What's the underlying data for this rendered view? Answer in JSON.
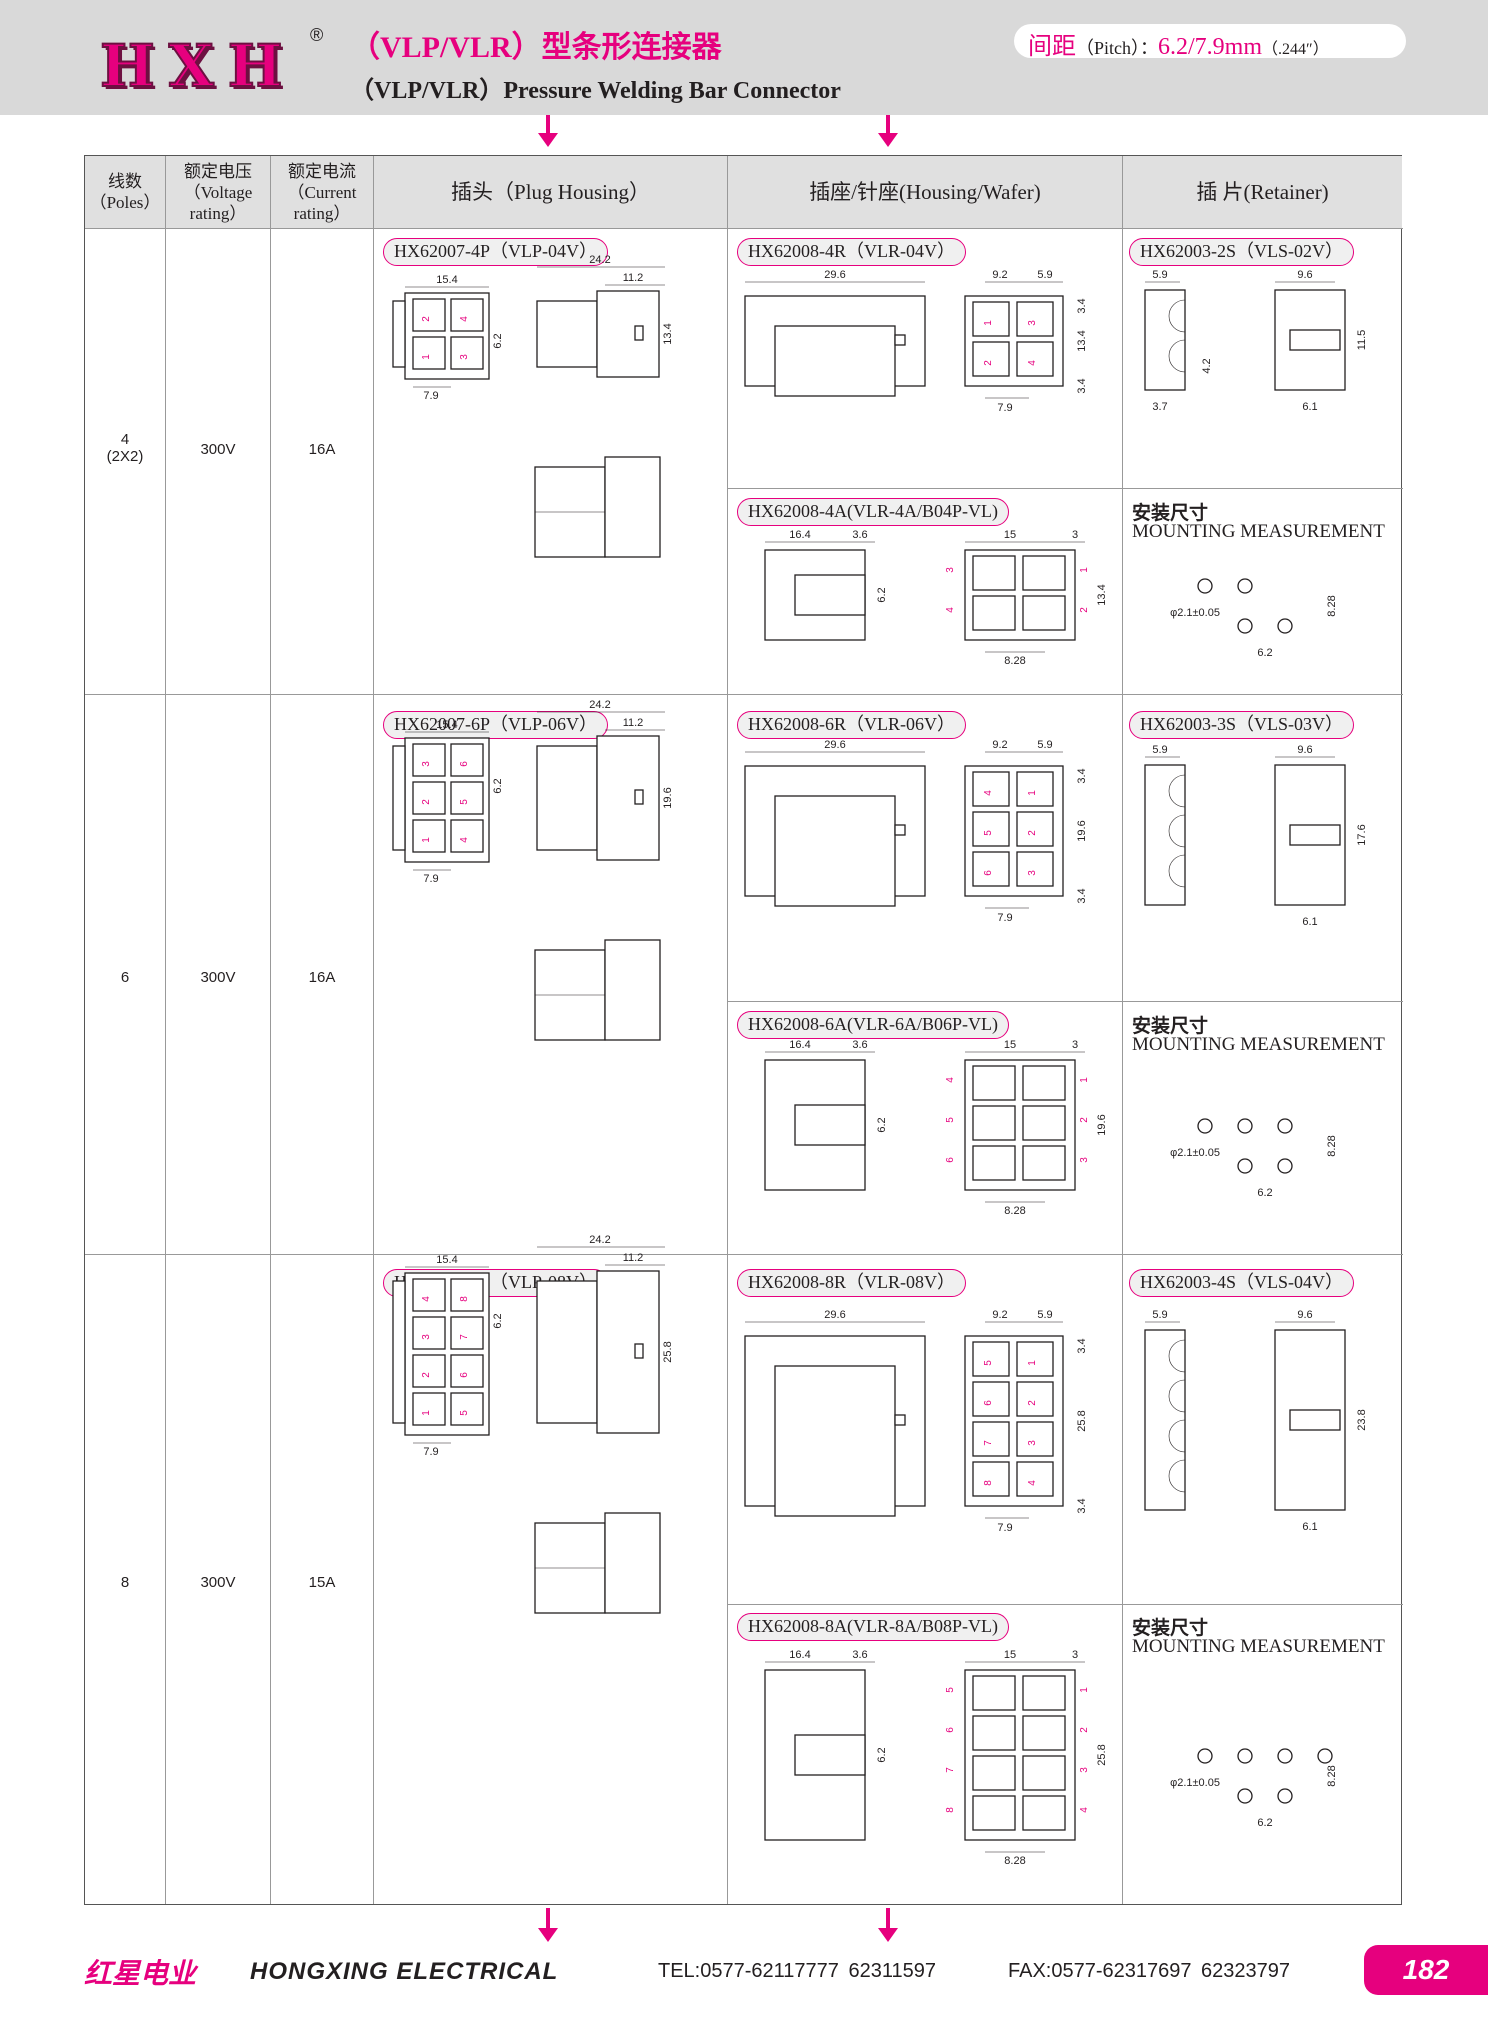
{
  "header": {
    "logo": "HXH",
    "registered": "®",
    "title_cn": "（VLP/VLR）型条形连接器",
    "title_en": "（VLP/VLR）Pressure Welding Bar Connector",
    "pitch_cn": "间距",
    "pitch_en": "（Pitch）：",
    "pitch_value": "6.2/7.9mm",
    "pitch_inch": "（.244″）"
  },
  "columns": {
    "poles": [
      "线数",
      "（Poles）"
    ],
    "voltage": [
      "额定电压",
      "（Voltage",
      "rating）"
    ],
    "current": [
      "额定电流",
      "（Current",
      "rating）"
    ],
    "plug": "插头（Plug Housing）",
    "housing": "插座/针座(Housing/Wafer)",
    "retainer": "插 片(Retainer)"
  },
  "rows": [
    {
      "poles": "4",
      "poles_sub": "(2X2)",
      "voltage": "300V",
      "current": "16A",
      "plug_pn": "HX62007-4P（VLP-04V）",
      "housing_pn": "HX62008-4R（VLR-04V）",
      "wafer_pn": "HX62008-4A(VLR-4A/B04P-VL)",
      "retainer_pn": "HX62003-2S（VLS-02V）"
    },
    {
      "poles": "6",
      "poles_sub": "",
      "voltage": "300V",
      "current": "16A",
      "plug_pn": "HX62007-6P（VLP-06V）",
      "housing_pn": "HX62008-6R（VLR-06V）",
      "wafer_pn": "HX62008-6A(VLR-6A/B06P-VL)",
      "retainer_pn": "HX62003-3S（VLS-03V）"
    },
    {
      "poles": "8",
      "poles_sub": "",
      "voltage": "300V",
      "current": "15A",
      "plug_pn": "HX62007-8P（VLP-08V）",
      "housing_pn": "HX62008-8R（VLR-08V）",
      "wafer_pn": "HX62008-8A(VLR-8A/B08P-VL)",
      "retainer_pn": "HX62003-4S（VLS-04V）"
    }
  ],
  "mounting": {
    "cn": "安装尺寸",
    "en": "MOUNTING MEASUREMENT"
  },
  "dims": {
    "plug_w": "15.4",
    "plug_pitch": "7.9",
    "plug_row": "6.2",
    "plug_len": "24.2",
    "plug_tail": "11.2",
    "plug_h": [
      "13.4",
      "19.6",
      "25.8"
    ],
    "hous_len": "29.6",
    "hous_a": "9.2",
    "hous_b": "5.9",
    "hous_c": "3.4",
    "hous_pitch": "7.9",
    "wafer_len": "16.4",
    "wafer_tail": "3.6",
    "wafer_w": "15",
    "wafer_edge": "3",
    "wafer_pitch": "8.28",
    "wafer_row": "6.2",
    "ret_a": "5.9",
    "ret_b": "9.6",
    "ret_c": "6.1",
    "ret_d": "3.7",
    "ret_e": "4.2",
    "ret_h": [
      "11.5",
      "17.6",
      "23.8"
    ],
    "hole": "φ2.1±0.05",
    "hole_pitch": "8.28",
    "hole_step": "6.2"
  },
  "pin_labels": {
    "plug_4": [
      "2",
      "4",
      "1",
      "3"
    ],
    "plug_6": [
      "3",
      "6",
      "2",
      "5",
      "1",
      "4"
    ],
    "plug_8": [
      "4",
      "8",
      "3",
      "7",
      "2",
      "6",
      "1",
      "5"
    ],
    "hous_4": [
      "1",
      "3",
      "2",
      "4"
    ],
    "hous_6": [
      "4",
      "1",
      "5",
      "2",
      "6",
      "3"
    ],
    "hous_8": [
      "5",
      "1",
      "6",
      "2",
      "7",
      "3",
      "8",
      "4"
    ],
    "wafer_4": [
      "3",
      "1",
      "4",
      "2"
    ],
    "wafer_6": [
      "4",
      "1",
      "5",
      "2",
      "6",
      "3"
    ],
    "wafer_8": [
      "5",
      "1",
      "6",
      "2",
      "7",
      "3",
      "8",
      "4"
    ]
  },
  "footer": {
    "company_cn": "红星电业",
    "company_en": "HONGXING ELECTRICAL",
    "tel": "TEL:0577-62117777   62311597",
    "fax": "FAX:0577-62317697   62323797",
    "page": "182"
  }
}
